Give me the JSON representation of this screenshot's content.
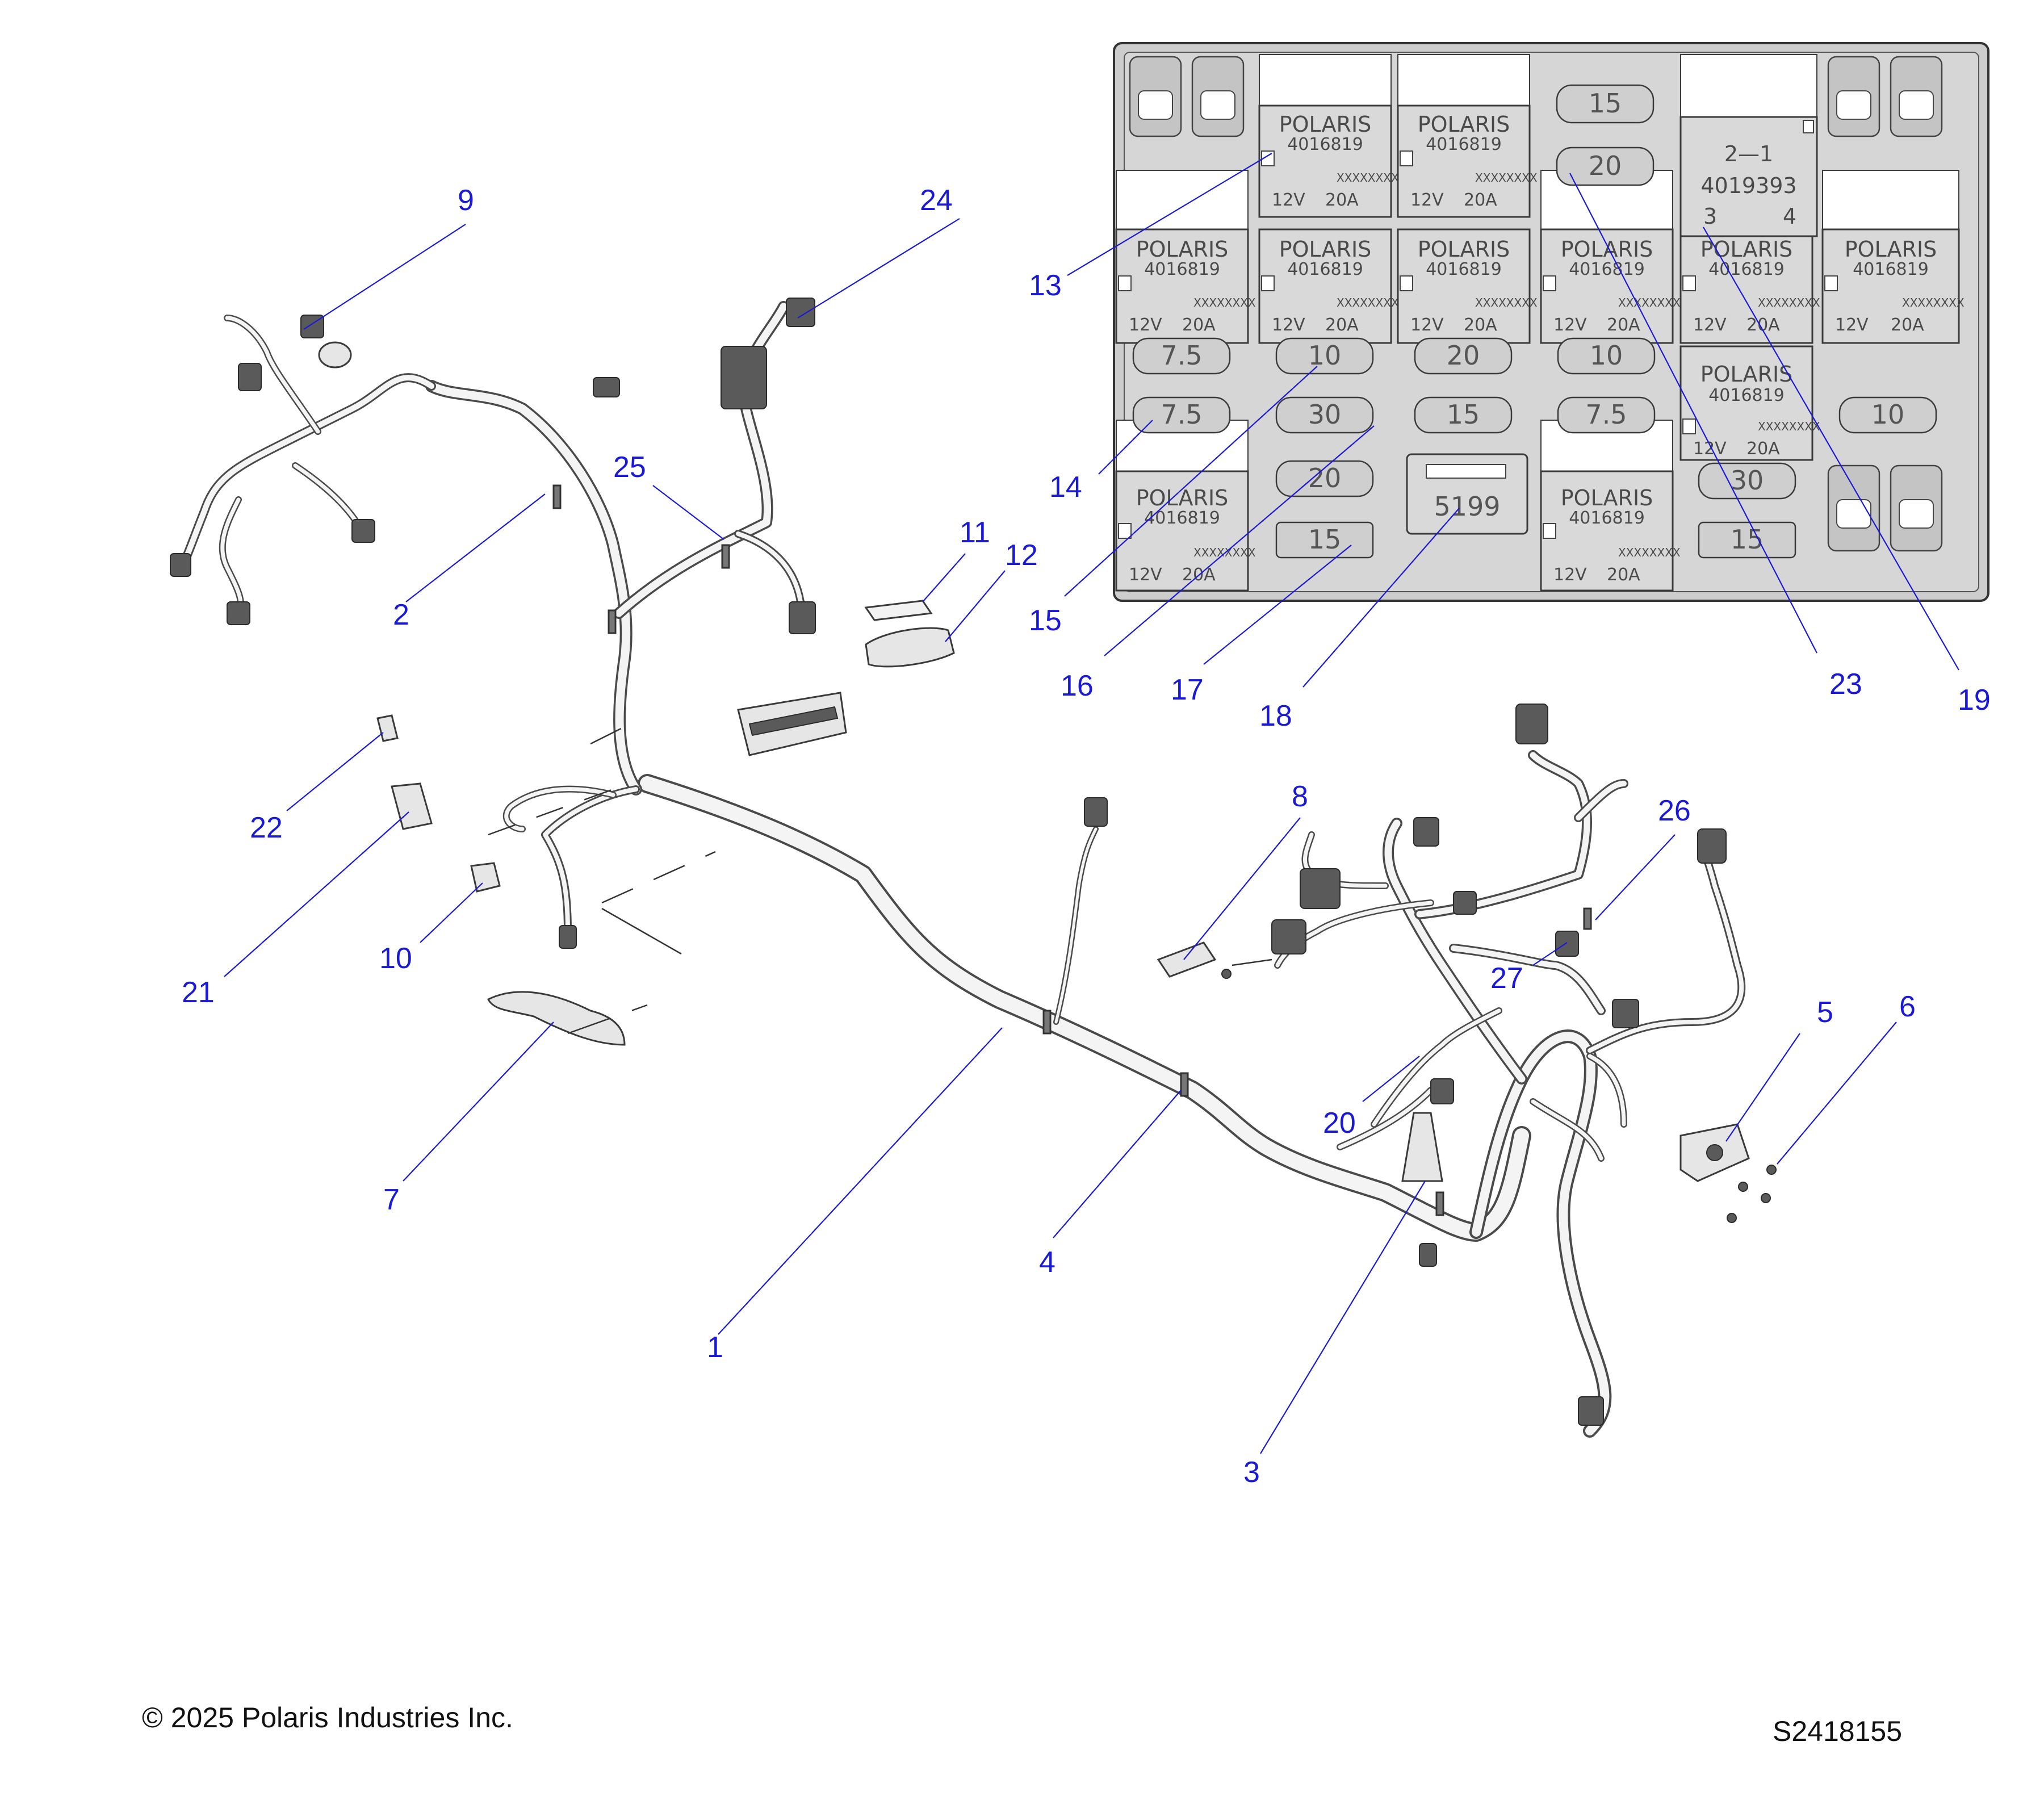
{
  "diagram": {
    "callouts": [
      {
        "id": "1",
        "label": "1"
      },
      {
        "id": "2",
        "label": "2"
      },
      {
        "id": "3",
        "label": "3"
      },
      {
        "id": "4",
        "label": "4"
      },
      {
        "id": "5",
        "label": "5"
      },
      {
        "id": "6",
        "label": "6"
      },
      {
        "id": "7",
        "label": "7"
      },
      {
        "id": "8",
        "label": "8"
      },
      {
        "id": "9",
        "label": "9"
      },
      {
        "id": "10",
        "label": "10"
      },
      {
        "id": "11",
        "label": "11"
      },
      {
        "id": "12",
        "label": "12"
      },
      {
        "id": "13",
        "label": "13"
      },
      {
        "id": "14",
        "label": "14"
      },
      {
        "id": "15",
        "label": "15"
      },
      {
        "id": "16",
        "label": "16"
      },
      {
        "id": "17",
        "label": "17"
      },
      {
        "id": "18",
        "label": "18"
      },
      {
        "id": "19",
        "label": "19"
      },
      {
        "id": "20",
        "label": "20"
      },
      {
        "id": "21",
        "label": "21"
      },
      {
        "id": "22",
        "label": "22"
      },
      {
        "id": "23",
        "label": "23"
      },
      {
        "id": "24",
        "label": "24"
      },
      {
        "id": "25",
        "label": "25"
      },
      {
        "id": "26",
        "label": "26"
      },
      {
        "id": "27",
        "label": "27"
      }
    ]
  },
  "fuse_box": {
    "relay_brand": "POLARIS",
    "relay_part": "4016819",
    "relay_code": "XXXXXXXX",
    "relay_voltage": "12V",
    "relay_amps": "20A",
    "special_relay": {
      "part": "4019393",
      "pin_top": "2—1",
      "pin_left": "3",
      "pin_right": "4"
    },
    "special_fuse": "5199",
    "fuses": [
      "15",
      "20",
      "7.5",
      "10",
      "20",
      "10",
      "7.5",
      "30",
      "15",
      "7.5",
      "10",
      "20",
      "30",
      "15",
      "15"
    ]
  },
  "footer": {
    "copyright": "© 2025 Polaris Industries Inc.",
    "drawing_id": "S2418155"
  }
}
